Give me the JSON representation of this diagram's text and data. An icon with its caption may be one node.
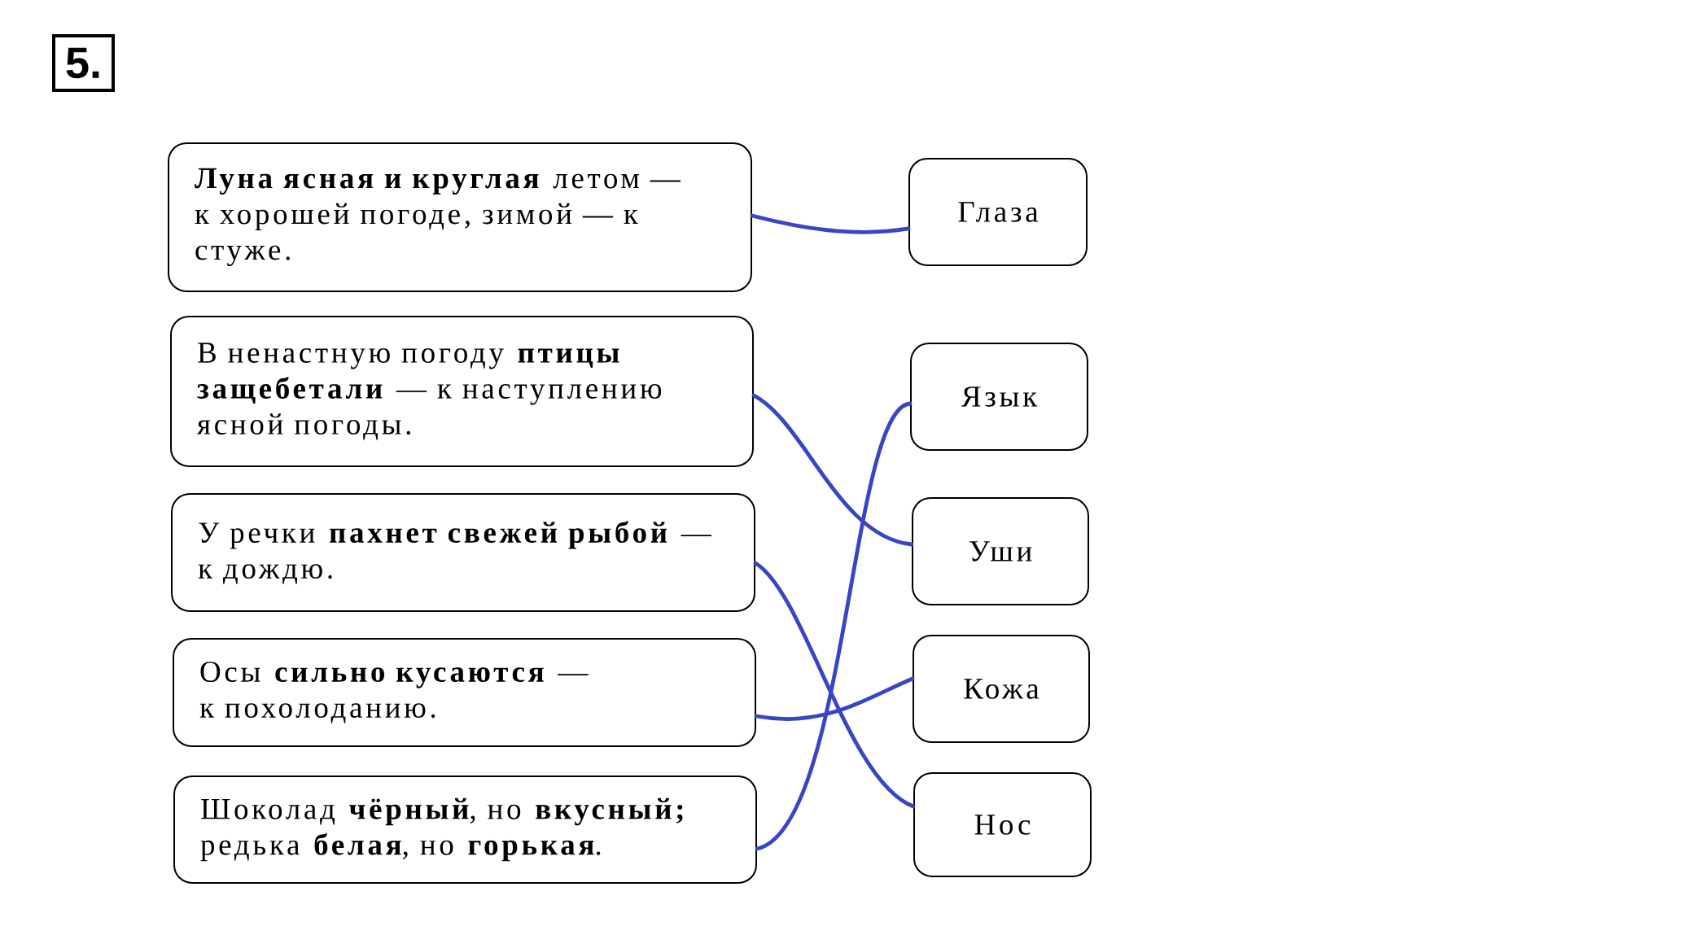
{
  "diagram": {
    "nodes": [
      {
        "text": [
          "5."
        ]
      },
      {
        "text": [
          "**Луна ясная и круглая** летом — к хорошей погоде, зимой — к стуже."
        ]
      },
      {
        "text": [
          "В ненастную погоду **птицы защебетали** — к наступлению ясной погоды."
        ]
      },
      {
        "text": [
          "У речки **пахнет свежей рыбой** — к дождю."
        ]
      },
      {
        "text": [
          "Осы **сильно кусаются** — к похолоданию."
        ]
      },
      {
        "text": [
          "Шоколад **чёрный**, но **вкусный;** редька **белая**, но **горькая**."
        ]
      },
      {
        "text": [
          "Глаза"
        ]
      },
      {
        "text": [
          "Язык"
        ]
      },
      {
        "text": [
          "Уши"
        ]
      },
      {
        "text": [
          "Кожа"
        ]
      },
      {
        "text": [
          "Нос"
        ]
      }
    ],
    "edges": [
      {
        "from": 1,
        "to": 6,
        "arrow": "none"
      },
      {
        "from": 2,
        "to": 8,
        "arrow": "none"
      },
      {
        "from": 3,
        "to": 10,
        "arrow": "none"
      },
      {
        "from": 4,
        "to": 9,
        "arrow": "none"
      },
      {
        "from": 5,
        "to": 7,
        "arrow": "none"
      }
    ]
  }
}
